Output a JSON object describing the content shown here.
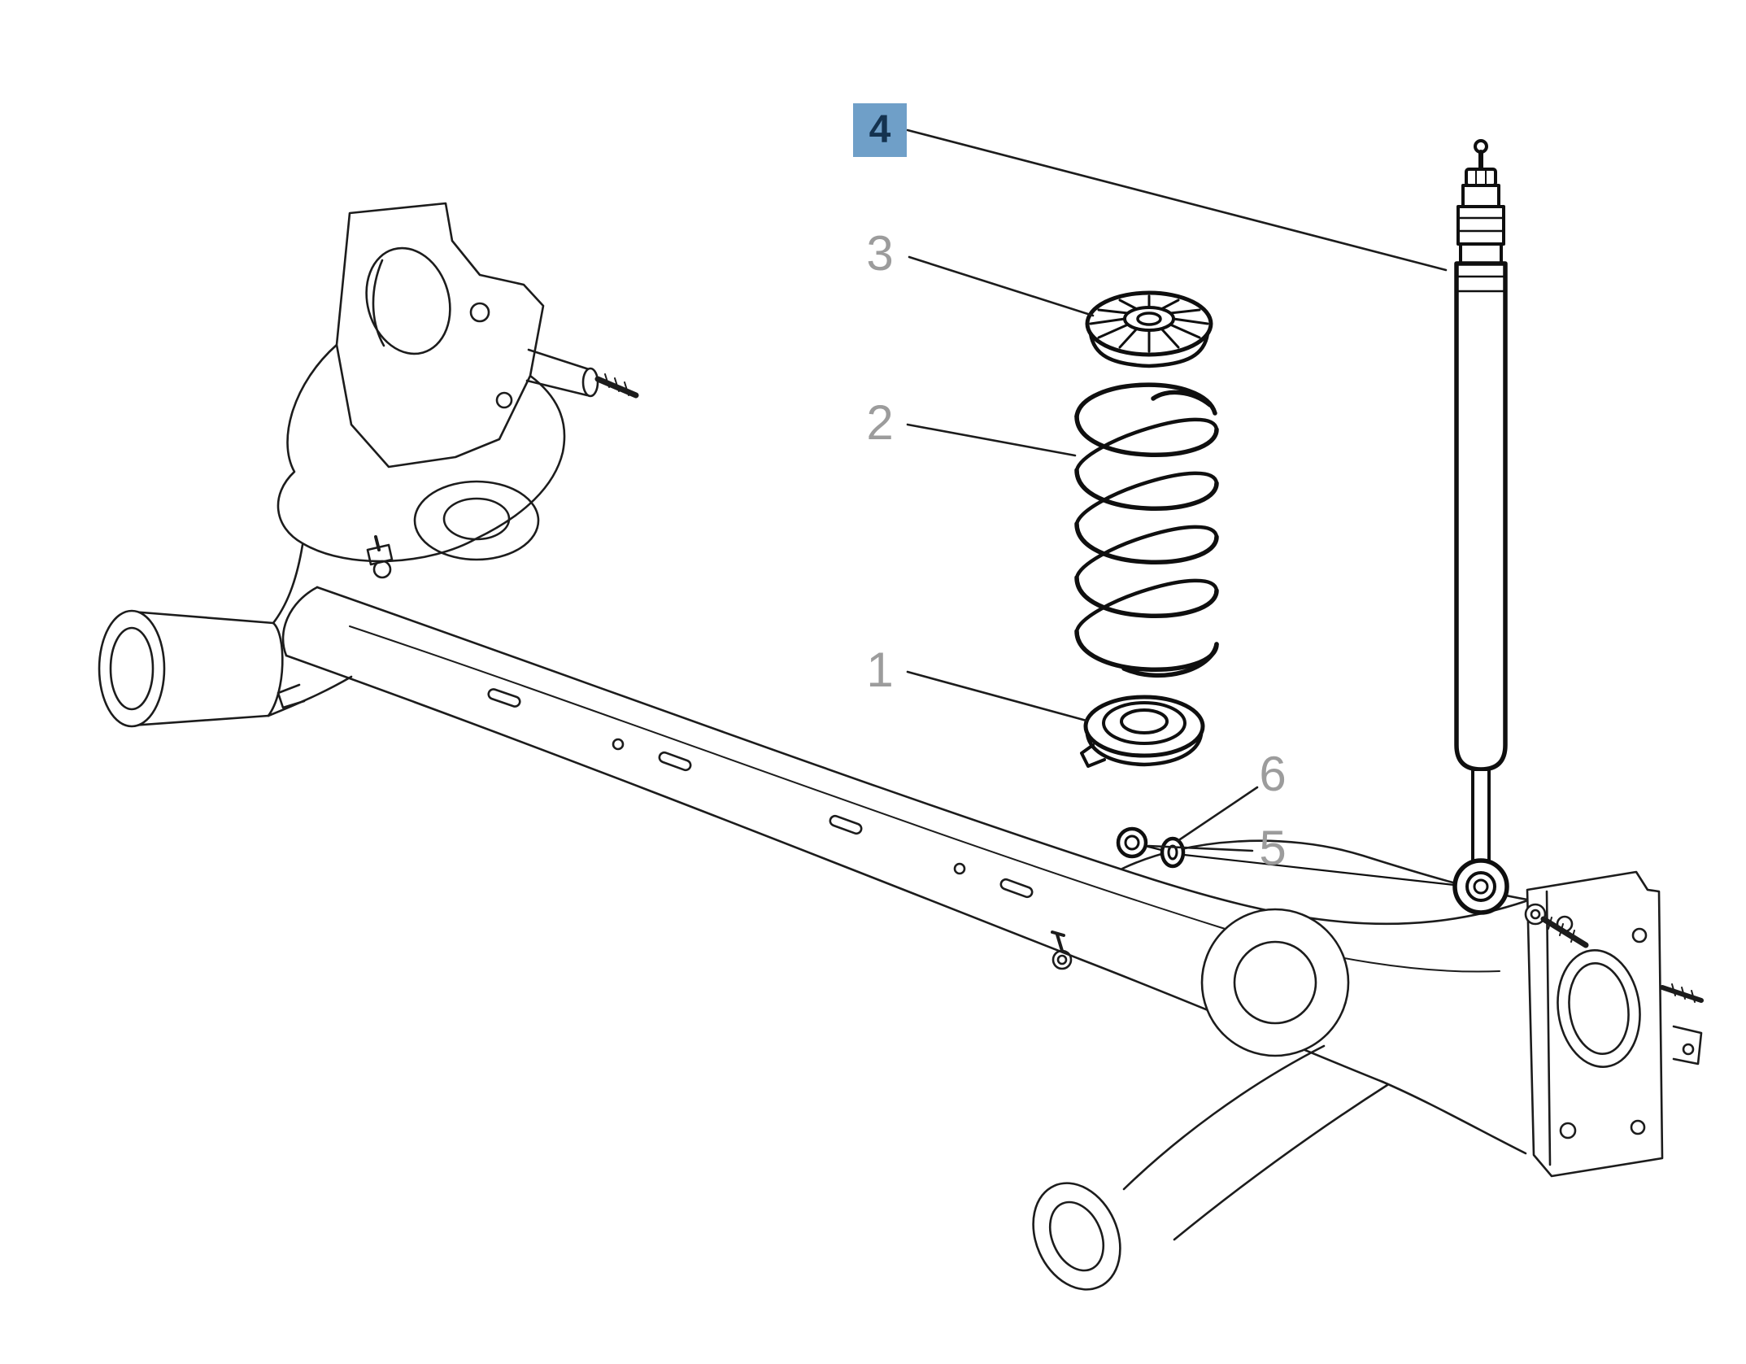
{
  "diagram": {
    "type": "exploded-parts-diagram",
    "callouts": [
      {
        "label": "4",
        "highlighted": true
      },
      {
        "label": "3",
        "highlighted": false
      },
      {
        "label": "2",
        "highlighted": false
      },
      {
        "label": "1",
        "highlighted": false
      },
      {
        "label": "6",
        "highlighted": false
      },
      {
        "label": "5",
        "highlighted": false
      }
    ],
    "colors": {
      "background": "#ffffff",
      "line": "#1a1a1a",
      "callout_text": "#9c9c9c",
      "highlight_background": "#6f9fc8",
      "highlight_text": "#14324f"
    }
  }
}
